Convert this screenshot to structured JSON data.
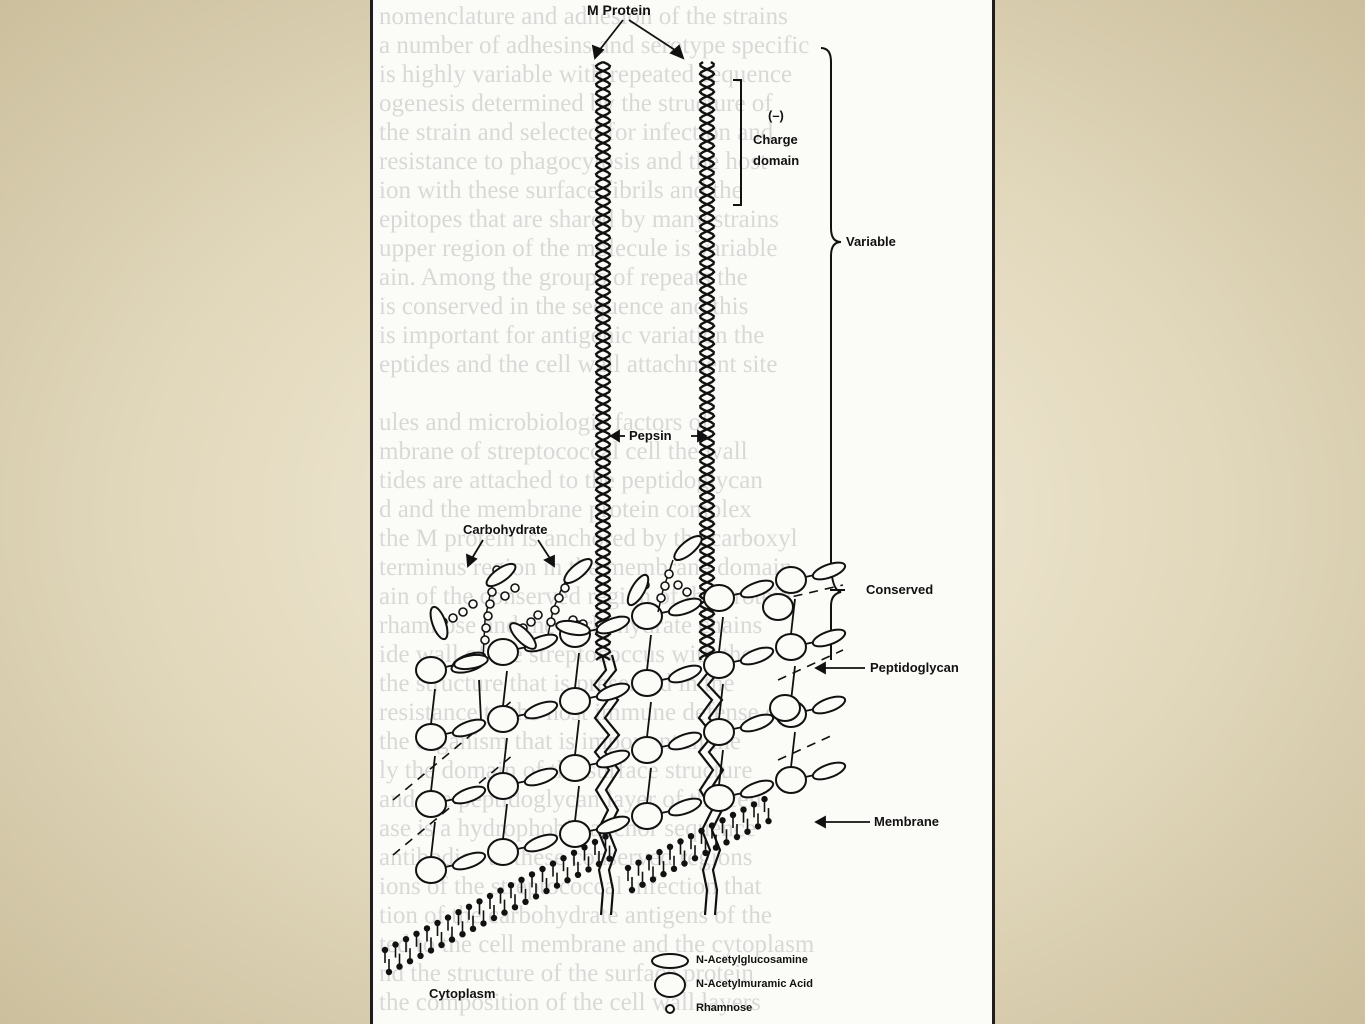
{
  "diagram": {
    "labels": {
      "m_protein": "M Protein",
      "charge_minus": "(–)",
      "charge_word": "Charge",
      "charge_domain": "domain",
      "variable": "Variable",
      "pepsin": "Pepsin",
      "carbohydrate": "Carbohydrate",
      "conserved": "Conserved",
      "peptidoglycan": "Peptidoglycan",
      "membrane": "Membrane",
      "cytoplasm": "Cytoplasm"
    },
    "legend": [
      {
        "symbol": "small-ellipse",
        "label": "N-Acetylglucosamine"
      },
      {
        "symbol": "large-ellipse",
        "label": "N-Acetylmuramic Acid"
      },
      {
        "symbol": "circle",
        "label": "Rhamnose"
      }
    ],
    "colors": {
      "ink": "#111111",
      "paper": "#fbfbf8",
      "frame": "#cbbf9d"
    }
  }
}
